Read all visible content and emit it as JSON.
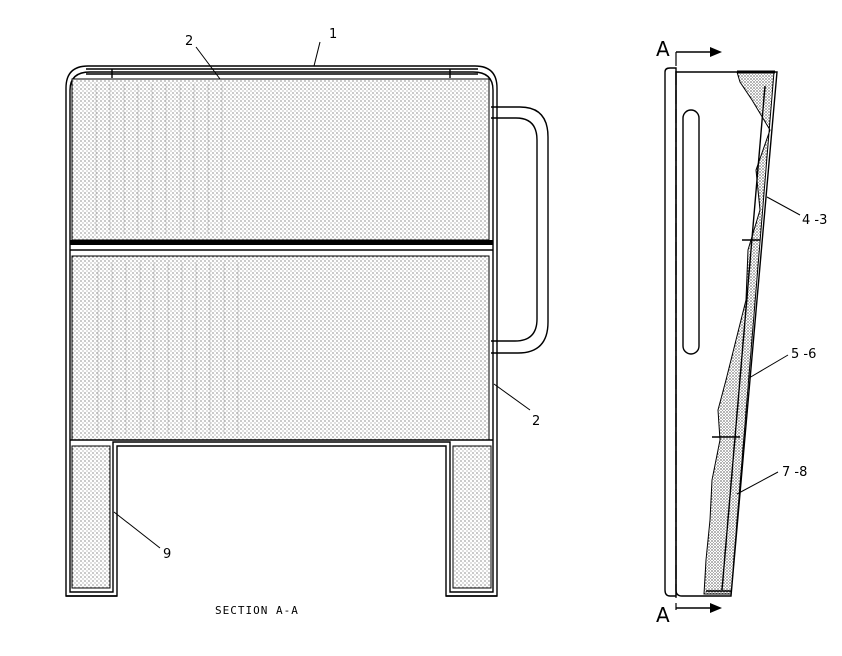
{
  "front_view": {
    "callouts": [
      "1",
      "2",
      "2",
      "9"
    ],
    "caption": "SECTION A-A"
  },
  "side_view": {
    "section_marks": [
      "A",
      "A"
    ],
    "callouts": [
      "4 -3",
      "5 -6",
      "7 -8"
    ]
  }
}
